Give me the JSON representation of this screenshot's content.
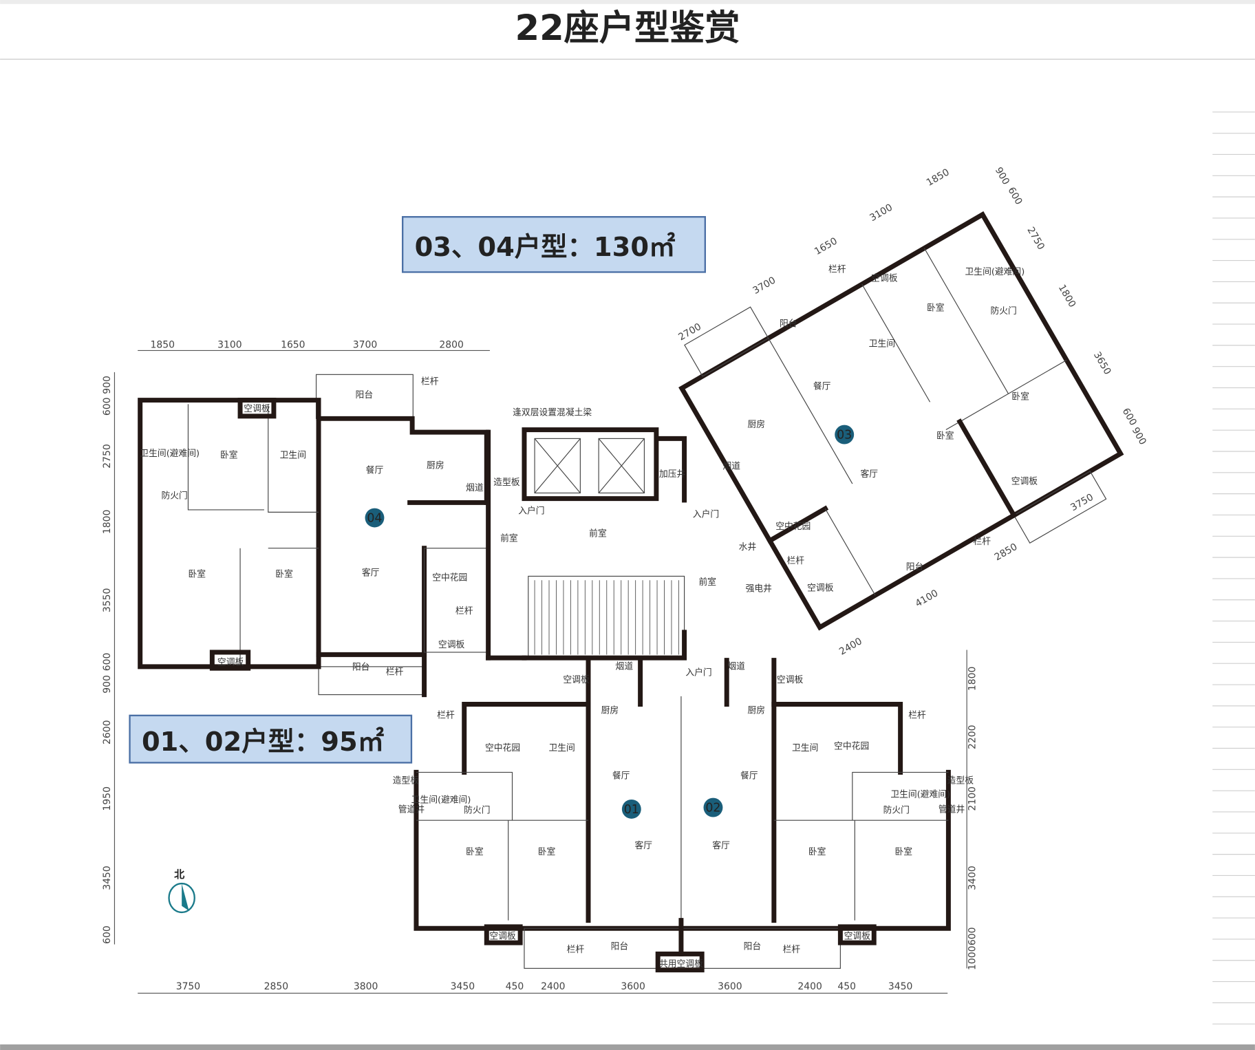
{
  "title": "22座户型鉴赏",
  "unit_labels": {
    "u0304": "03、04户型：130㎡",
    "u0102": "01、02户型：95㎡"
  },
  "unit_numbers": [
    "04",
    "03",
    "01",
    "02"
  ],
  "north_label": "北",
  "colors": {
    "label_fill": "#c5d9f0",
    "label_border": "#4a6fa5",
    "unit_badge": "#1a5e7a",
    "wall": "#231815"
  },
  "rooms": [
    "卫生间(避难间)",
    "卧室",
    "卫生间",
    "空调板",
    "阳台",
    "栏杆",
    "餐厅",
    "厨房",
    "防火门",
    "卧室",
    "卧室",
    "客厅",
    "空中花园",
    "栏杆",
    "空调板",
    "空调板",
    "阳台",
    "栏杆",
    "逢双层设置混凝土梁",
    "造型板",
    "烟道",
    "入户门",
    "前室",
    "前室",
    "加压井",
    "入户门",
    "前室",
    "水井",
    "强电井",
    "入户门",
    "栏杆",
    "空调板",
    "卫生间(避难间)",
    "阳台",
    "卧室",
    "防火门",
    "卫生间",
    "餐厅",
    "厨房",
    "卧室",
    "卧室",
    "客厅",
    "烟道",
    "空调板",
    "空中花园",
    "栏杆",
    "栏杆",
    "阳台",
    "空调板",
    "空调板",
    "烟道",
    "烟道",
    "空调板",
    "栏杆",
    "厨房",
    "厨房",
    "栏杆",
    "空中花园",
    "卫生间",
    "卫生间",
    "空中花园",
    "造型板",
    "餐厅",
    "餐厅",
    "造型板",
    "卫生间(避难间)",
    "卫生间(避难间)",
    "防火门",
    "防火门",
    "管道井",
    "管道井",
    "卧室",
    "卧室",
    "客厅",
    "客厅",
    "卧室",
    "卧室",
    "空调板",
    "空调板",
    "栏杆",
    "阳台",
    "阳台",
    "栏杆",
    "共用空调板"
  ],
  "dims_top": [
    "1850",
    "3100",
    "1650",
    "3700",
    "2800"
  ],
  "dims_left": [
    "900",
    "600",
    "2750",
    "1800",
    "3550",
    "600",
    "900",
    "2600",
    "1950",
    "3450",
    "600"
  ],
  "dims_bottom": [
    "3750",
    "2850",
    "3800",
    "3450",
    "450",
    "2400",
    "3600",
    "3600",
    "2400",
    "450",
    "3450"
  ],
  "dims_right": [
    "1800",
    "2200",
    "2100",
    "3400",
    "600",
    "1000"
  ],
  "dims_rotated": [
    "2700",
    "3700",
    "1650",
    "3100",
    "1850",
    "900",
    "600",
    "2750",
    "1800",
    "3650",
    "600",
    "900",
    "3750",
    "2850",
    "4100",
    "2400"
  ]
}
